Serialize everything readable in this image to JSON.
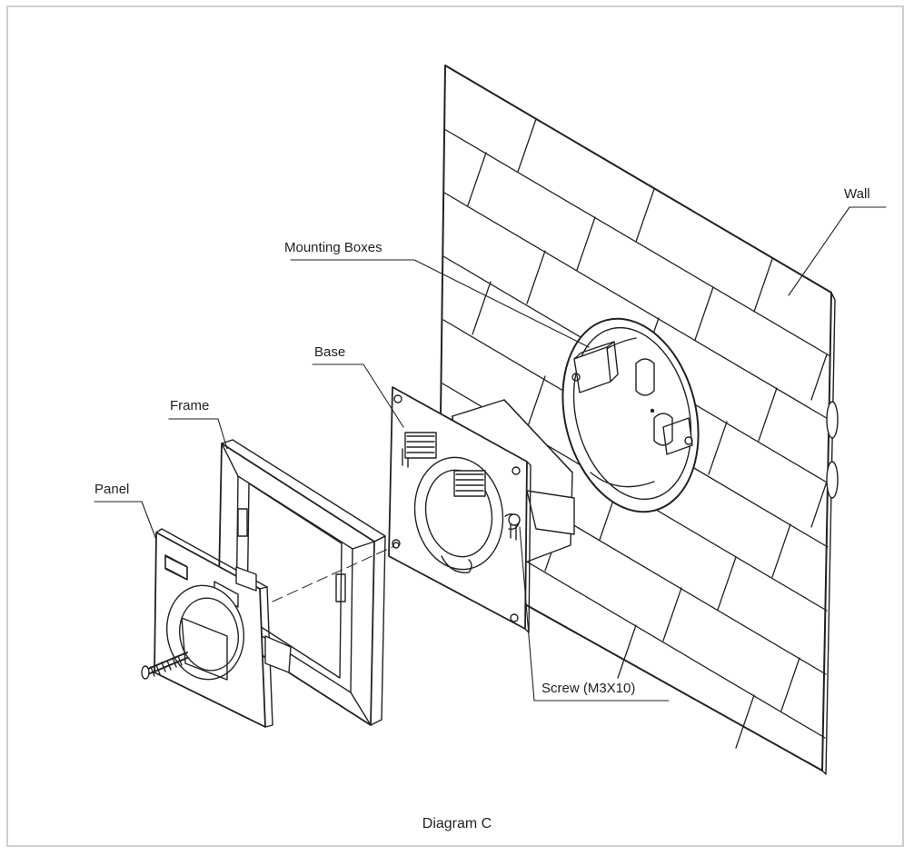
{
  "labels": {
    "wall": "Wall",
    "mounting_boxes": "Mounting Boxes",
    "base": "Base",
    "frame": "Frame",
    "panel": "Panel",
    "screw": "Screw (M3X10)"
  },
  "caption": "Diagram C",
  "colors": {
    "line": "#222222",
    "border": "#cfcfcf",
    "background": "#ffffff"
  }
}
